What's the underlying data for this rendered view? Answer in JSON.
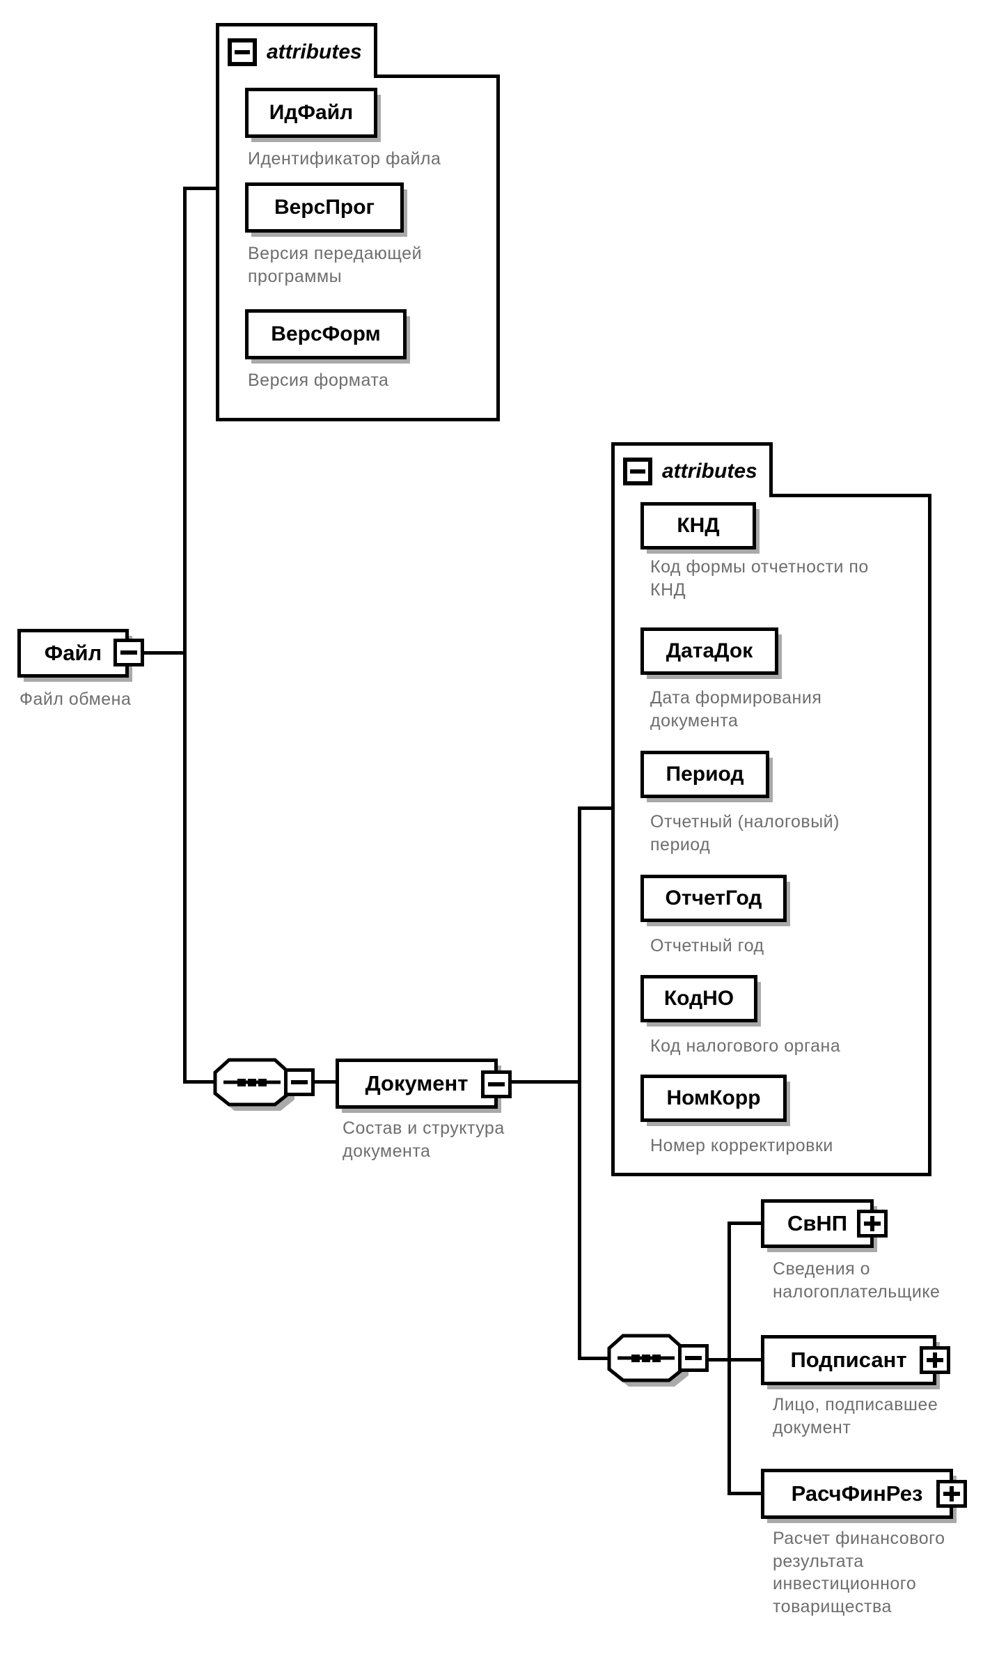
{
  "colors": {
    "line": "#000000",
    "box_background": "#ffffff",
    "box_border": "#000000",
    "shadow": "#a9a9a9",
    "description_text": "#6e6e6e"
  },
  "icons": {
    "collapse": "minus-square",
    "expand": "plus-square",
    "sequence": "octagon-with-three-dots"
  },
  "file": {
    "name": "Файл",
    "description": "Файл обмена"
  },
  "file_attributes": {
    "header": "attributes",
    "items": [
      {
        "name": "ИдФайл",
        "description": "Идентификатор файла"
      },
      {
        "name": "ВерсПрог",
        "description": "Версия передающей программы"
      },
      {
        "name": "ВерсФорм",
        "description": "Версия формата"
      }
    ]
  },
  "document": {
    "name": "Документ",
    "description": "Состав и структура документа"
  },
  "document_attributes": {
    "header": "attributes",
    "items": [
      {
        "name": "КНД",
        "description": "Код формы отчетности по КНД"
      },
      {
        "name": "ДатаДок",
        "description": "Дата формирования документа"
      },
      {
        "name": "Период",
        "description": "Отчетный (налоговый) период"
      },
      {
        "name": "ОтчетГод",
        "description": "Отчетный год"
      },
      {
        "name": "КодНО",
        "description": "Код налогового органа"
      },
      {
        "name": "НомКорр",
        "description": "Номер корректировки"
      }
    ]
  },
  "document_children": {
    "items": [
      {
        "name": "СвНП",
        "description": "Сведения о налогоплательщике"
      },
      {
        "name": "Подписант",
        "description": "Лицо, подписавшее документ"
      },
      {
        "name": "РасчФинРез",
        "description": "Расчет финансового результата инвестиционного товарищества"
      }
    ]
  }
}
